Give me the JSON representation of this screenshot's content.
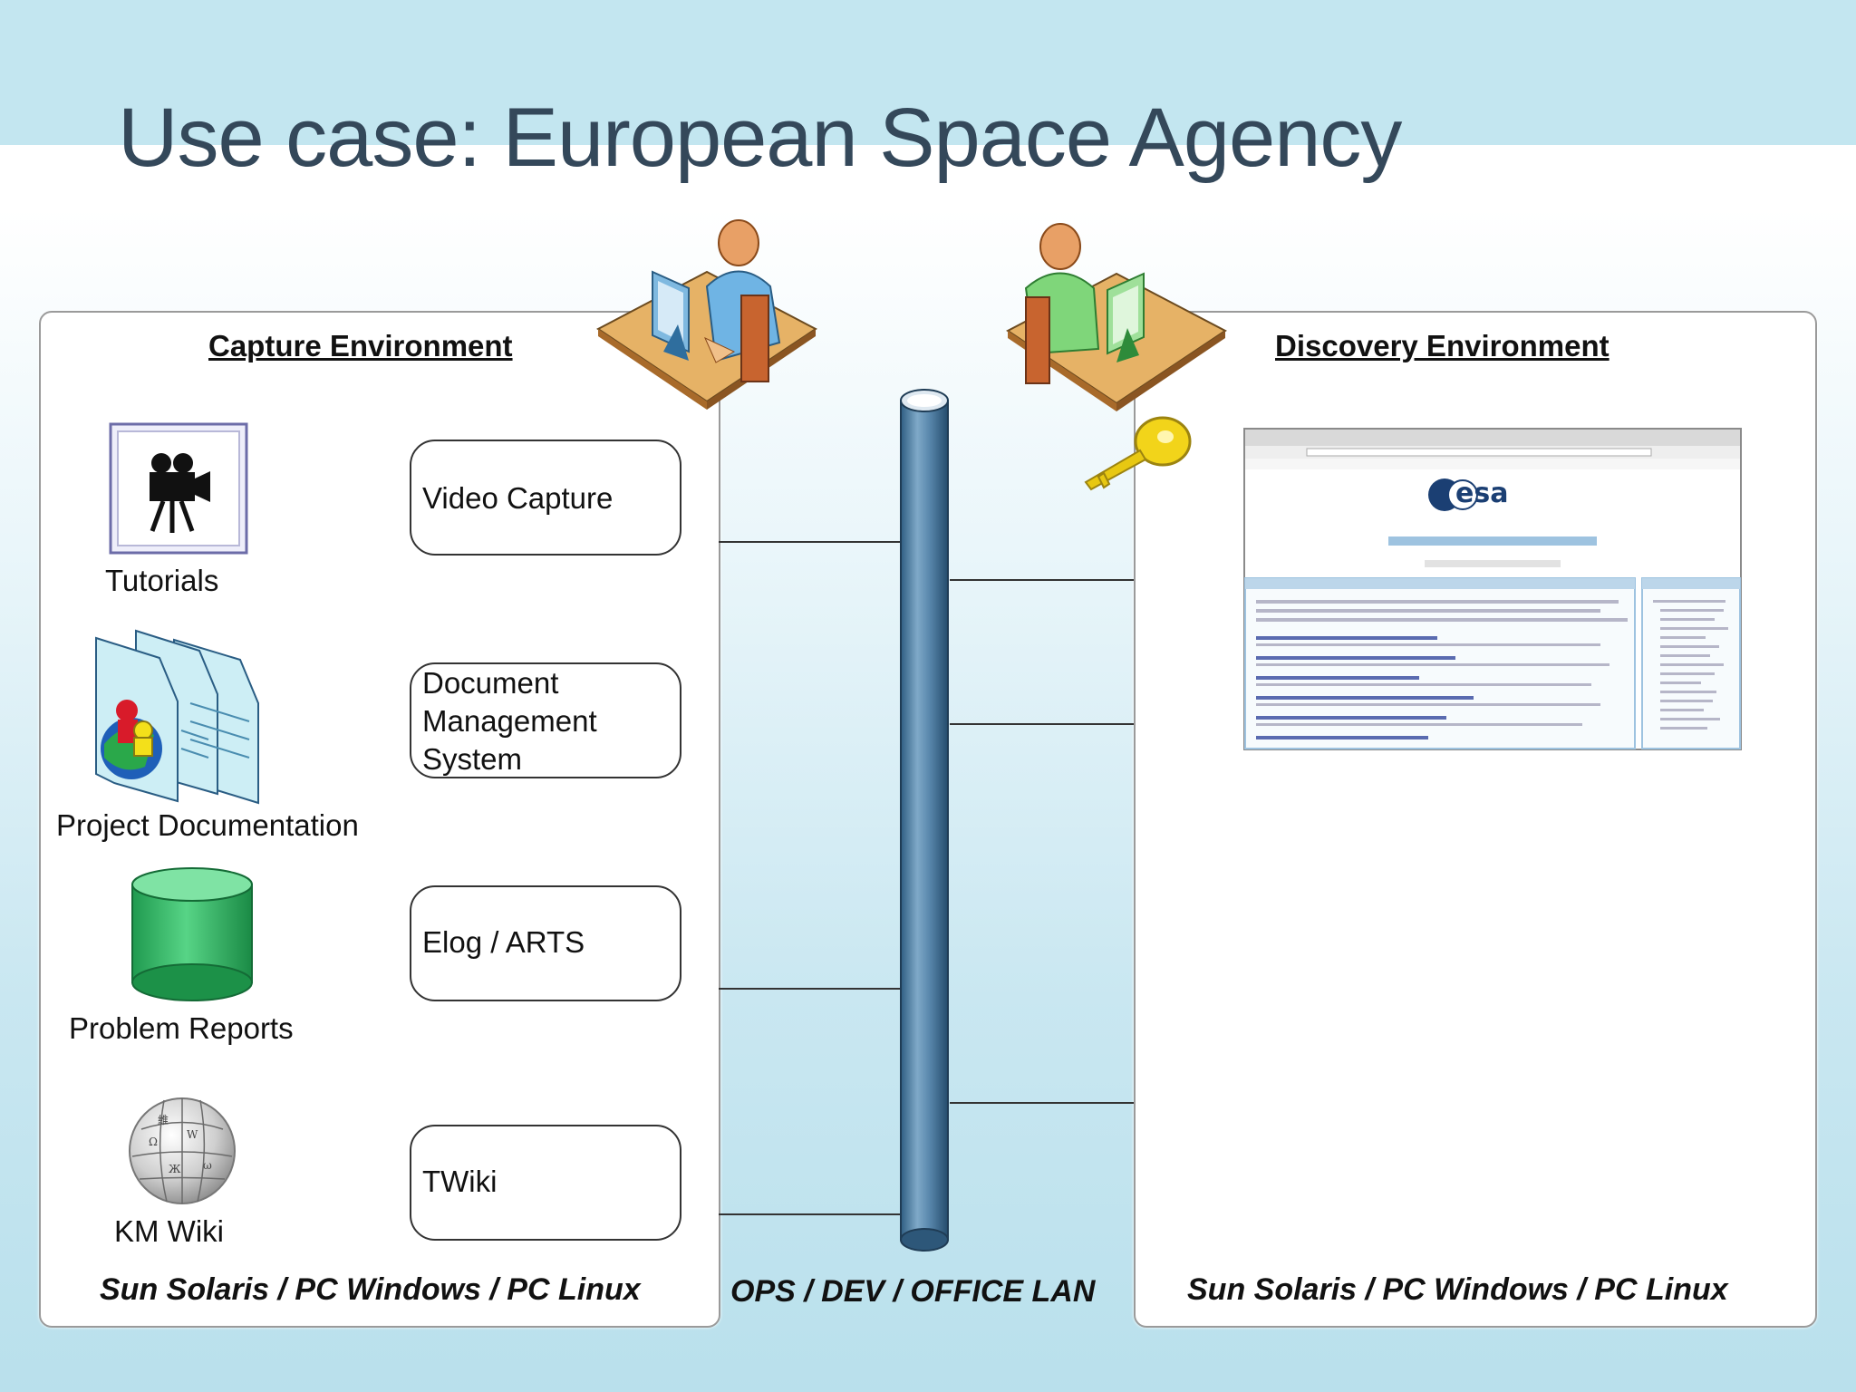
{
  "slide": {
    "title": "Use case: European Space Agency"
  },
  "capture": {
    "heading": "Capture Environment",
    "platforms": "Sun Solaris / PC Windows / PC Linux",
    "sources": [
      {
        "label": "Tutorials",
        "icon": "video-camera-icon"
      },
      {
        "label": "Project Documentation",
        "icon": "documents-icon"
      },
      {
        "label": "Problem Reports",
        "icon": "database-icon"
      },
      {
        "label": "KM Wiki",
        "icon": "wiki-globe-icon"
      }
    ],
    "systems": [
      {
        "label": "Video Capture"
      },
      {
        "label": "Document Management System",
        "lines": [
          "Document",
          "Management",
          "System"
        ]
      },
      {
        "label": "Elog / ARTS"
      },
      {
        "label": "TWiki"
      }
    ]
  },
  "network": {
    "label": "OPS / DEV / OFFICE LAN"
  },
  "discovery": {
    "heading": "Discovery Environment",
    "platforms": "Sun Solaris / PC Windows / PC Linux",
    "screenshot_logo": "esa"
  },
  "colors": {
    "background_band": "#c3e6f0",
    "title": "#34485a",
    "pipe": "#5a88ad",
    "cylinder": "#3dbb6a",
    "key": "#f0d010"
  }
}
